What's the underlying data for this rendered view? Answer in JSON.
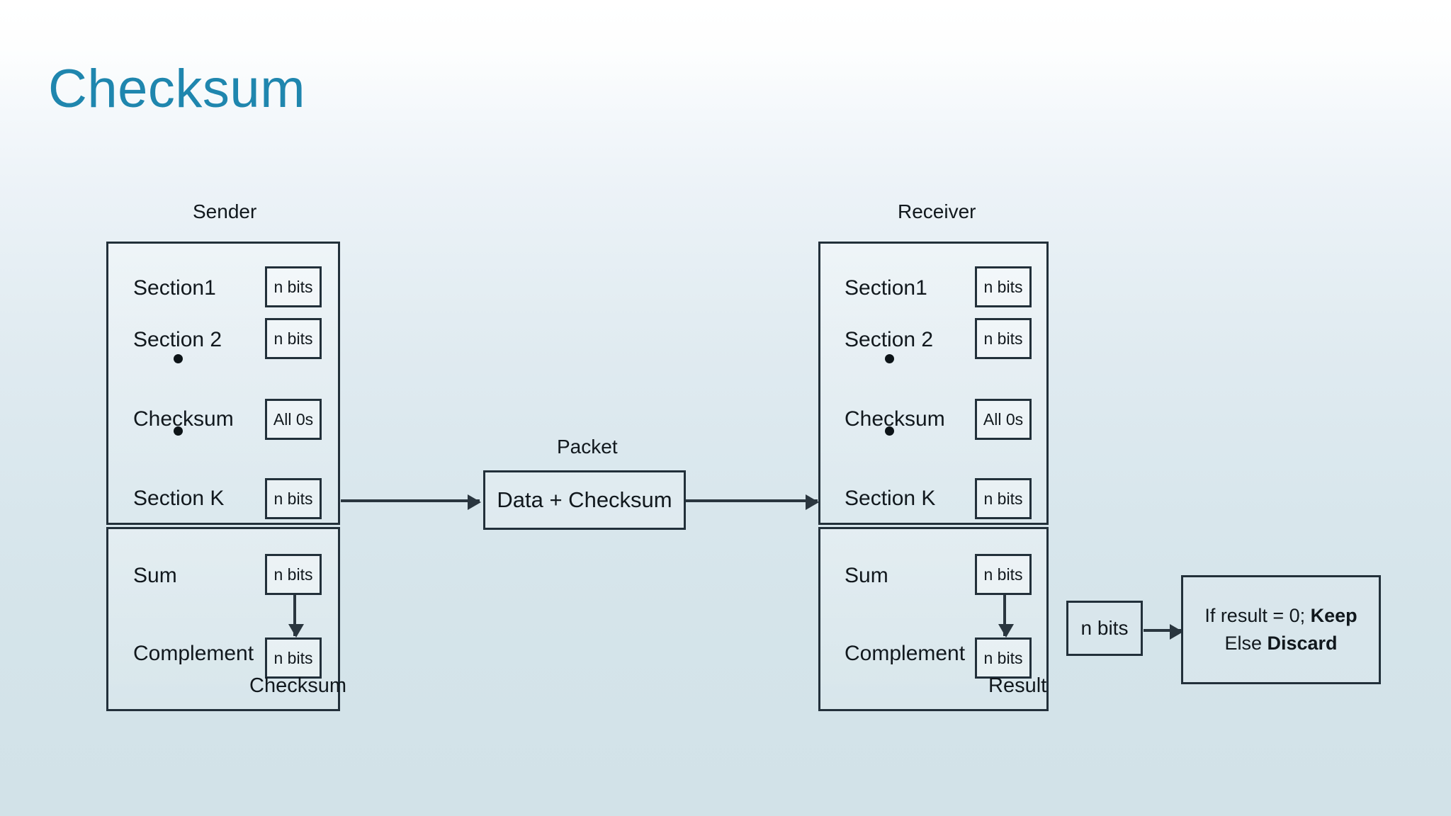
{
  "slide": {
    "title": "Checksum",
    "title_color": "#1f86ae",
    "background_top": "#ffffff",
    "background_bottom": "#d2e2e8"
  },
  "sender": {
    "caption": "Sender",
    "data_rows": [
      {
        "label": "Section1",
        "chip": "n bits"
      },
      {
        "label": "Section 2",
        "chip": "n bits"
      },
      {
        "label": "Checksum",
        "chip": "All 0s"
      },
      {
        "label": "Section K",
        "chip": "n bits"
      }
    ],
    "compute_rows": [
      {
        "label": "Sum",
        "chip": "n bits"
      },
      {
        "label": "Complement",
        "chip": "n bits"
      }
    ],
    "output_label": "Checksum"
  },
  "receiver": {
    "caption": "Receiver",
    "data_rows": [
      {
        "label": "Section1",
        "chip": "n bits"
      },
      {
        "label": "Section 2",
        "chip": "n bits"
      },
      {
        "label": "Checksum",
        "chip": "All 0s"
      },
      {
        "label": "Section K",
        "chip": "n bits"
      }
    ],
    "compute_rows": [
      {
        "label": "Sum",
        "chip": "n bits"
      },
      {
        "label": "Complement",
        "chip": "n bits"
      }
    ],
    "output_label": "Result"
  },
  "packet": {
    "caption": "Packet",
    "label": "Data + Checksum"
  },
  "result": {
    "chip": "n bits",
    "line1_prefix": "If result = 0; ",
    "line1_bold": "Keep",
    "line2_prefix": "Else ",
    "line2_bold": "Discard"
  }
}
